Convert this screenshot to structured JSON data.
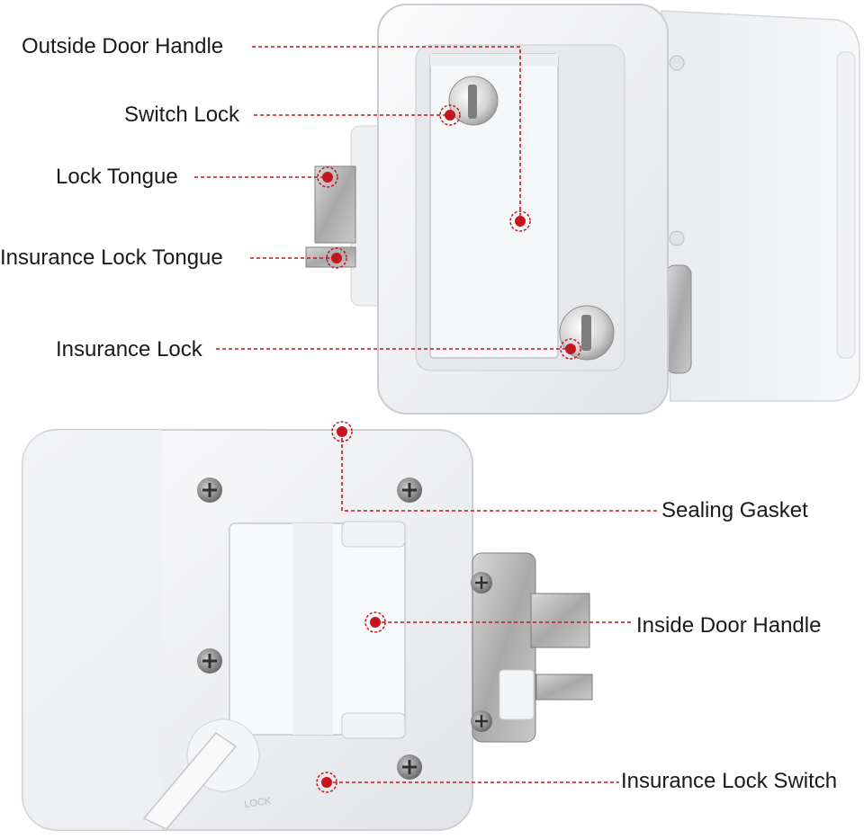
{
  "accent_color": "#c4161c",
  "top_view": {
    "callouts": [
      {
        "name": "outside-door-handle",
        "label": "Outside Door Handle"
      },
      {
        "name": "switch-lock",
        "label": "Switch Lock"
      },
      {
        "name": "lock-tongue",
        "label": "Lock Tongue"
      },
      {
        "name": "insurance-lock-tongue",
        "label": "Insurance Lock Tongue"
      },
      {
        "name": "insurance-lock",
        "label": "Insurance Lock"
      }
    ]
  },
  "bottom_view": {
    "callouts": [
      {
        "name": "sealing-gasket",
        "label": "Sealing Gasket"
      },
      {
        "name": "inside-door-handle",
        "label": "Inside Door Handle"
      },
      {
        "name": "insurance-lock-switch",
        "label": "Insurance Lock Switch"
      }
    ],
    "switch_engraving": "LOCK"
  }
}
